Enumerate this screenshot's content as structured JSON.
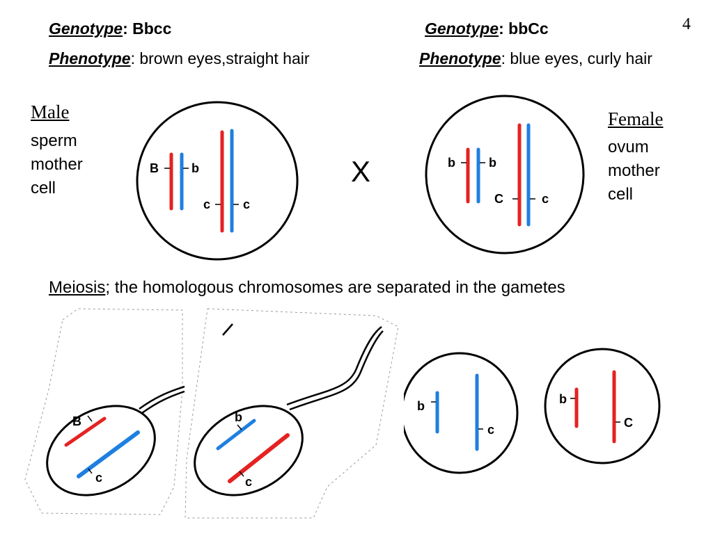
{
  "slide_number": "4",
  "left_parent": {
    "genotype_label": "Genotype",
    "genotype_value": "Bbcc",
    "phenotype_label": "Phenotype",
    "phenotype_value": "brown eyes,straight hair",
    "sex": "Male",
    "cell_lines": [
      "sperm",
      "mother",
      "cell"
    ],
    "alleles": {
      "gene1_left": "B",
      "gene1_right": "b",
      "gene2_left": "c",
      "gene2_right": "c"
    }
  },
  "right_parent": {
    "genotype_label": "Genotype",
    "genotype_value": "bbCc",
    "phenotype_label": "Phenotype",
    "phenotype_value": "blue eyes, curly hair",
    "sex": "Female",
    "cell_lines": [
      "ovum",
      "mother",
      "cell"
    ],
    "alleles": {
      "gene1_left": "b",
      "gene1_right": "b",
      "gene2_left": "C",
      "gene2_right": "c"
    }
  },
  "cross_symbol": "X",
  "meiosis": {
    "term": "Meiosis",
    "description": "the homologous chromosomes are separated in the gametes"
  },
  "gametes": {
    "sperm1": {
      "gene1": "B",
      "gene2": "c"
    },
    "sperm2": {
      "gene1": "b",
      "gene2": "c"
    },
    "egg1": {
      "gene1": "b",
      "gene2": "c"
    },
    "egg2": {
      "gene1": "b",
      "gene2": "C"
    }
  },
  "colors": {
    "maternal_red": "#e52222",
    "paternal_blue": "#1e7fe0",
    "outline": "#000000"
  }
}
